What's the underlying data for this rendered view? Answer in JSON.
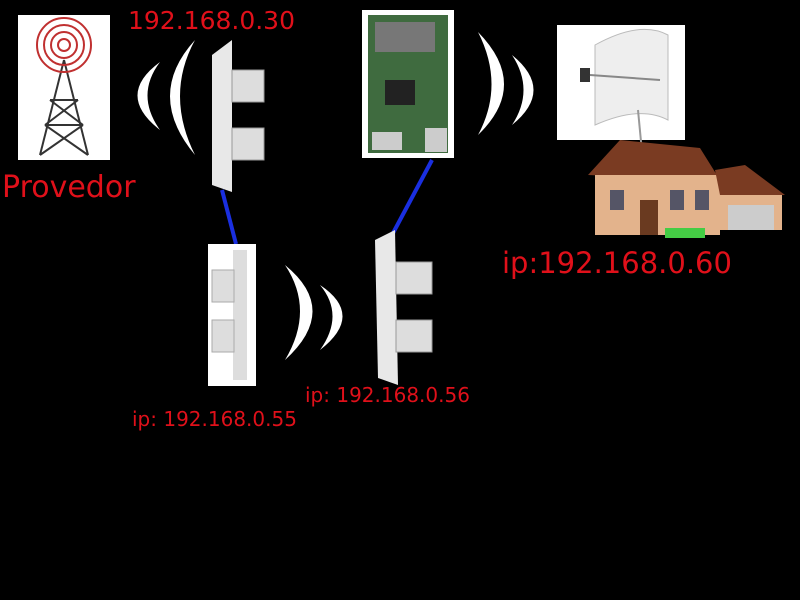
{
  "labels": {
    "provider_ip": "192.168.0.30",
    "provider": "Provedor",
    "house_ip": "ip:192.168.0.60",
    "cpe2_ip": "ip: 192.168.0.56",
    "cpe1_ip": "ip: 192.168.0.55"
  },
  "colors": {
    "label": "#e0101a",
    "link": "#1a2fe0"
  }
}
